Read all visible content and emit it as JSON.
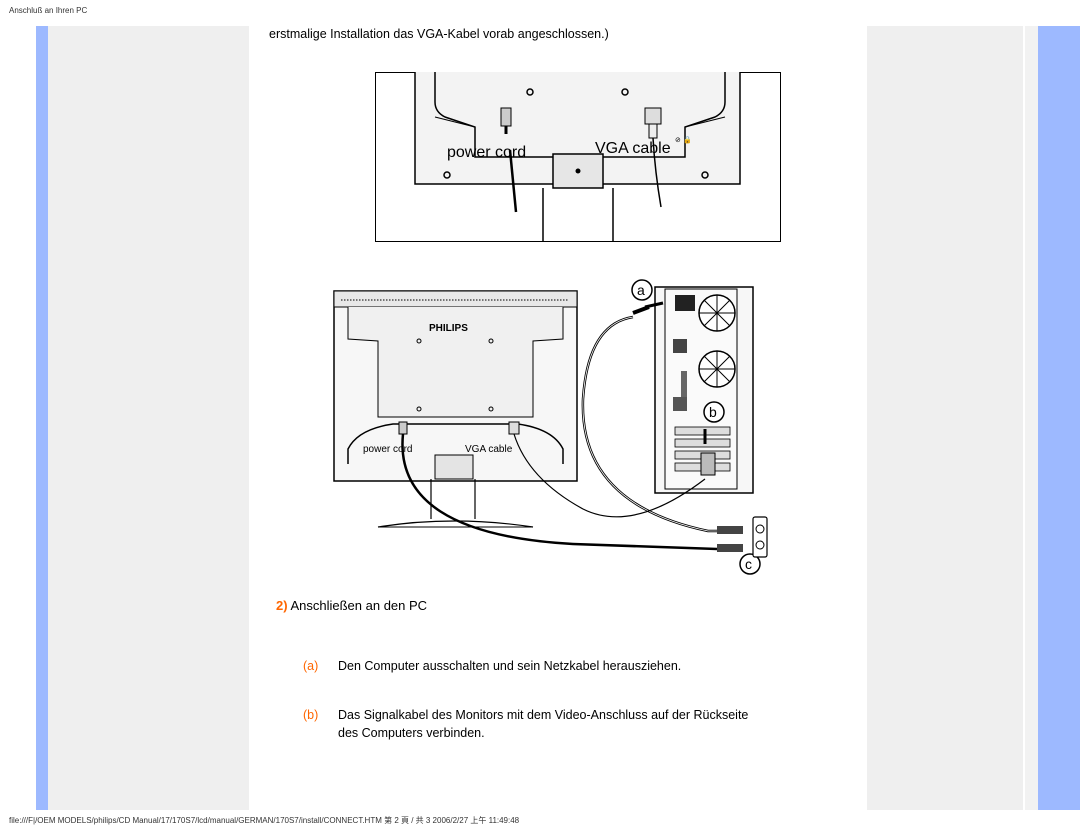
{
  "header": {
    "title": "Anschluß an Ihren PC"
  },
  "footer": {
    "path": "file:///F|/OEM MODELS/philips/CD Manual/17/170S7/lcd/manual/GERMAN/170S7/install/CONNECT.HTM 第 2 頁 / 共 3 2006/2/27 上午 11:49:48"
  },
  "intro_text": "erstmalige Installation das VGA-Kabel vorab angeschlossen.)",
  "figure1": {
    "power_label": "power cord",
    "vga_label": "VGA cable"
  },
  "figure2": {
    "brand": "PHILIPS",
    "power_label": "power cord",
    "vga_label": "VGA cable",
    "callout_a": "a",
    "callout_b": "b",
    "callout_c": "c"
  },
  "step": {
    "number": "2)",
    "title": "Anschließen an den PC"
  },
  "items": [
    {
      "letter": "(a)",
      "text": "Den Computer ausschalten und sein Netzkabel herausziehen."
    },
    {
      "letter": "(b)",
      "text_line1": "Das Signalkabel des Monitors mit dem Video-Anschluss auf der Rückseite",
      "text_line2": "des Computers verbinden."
    }
  ]
}
